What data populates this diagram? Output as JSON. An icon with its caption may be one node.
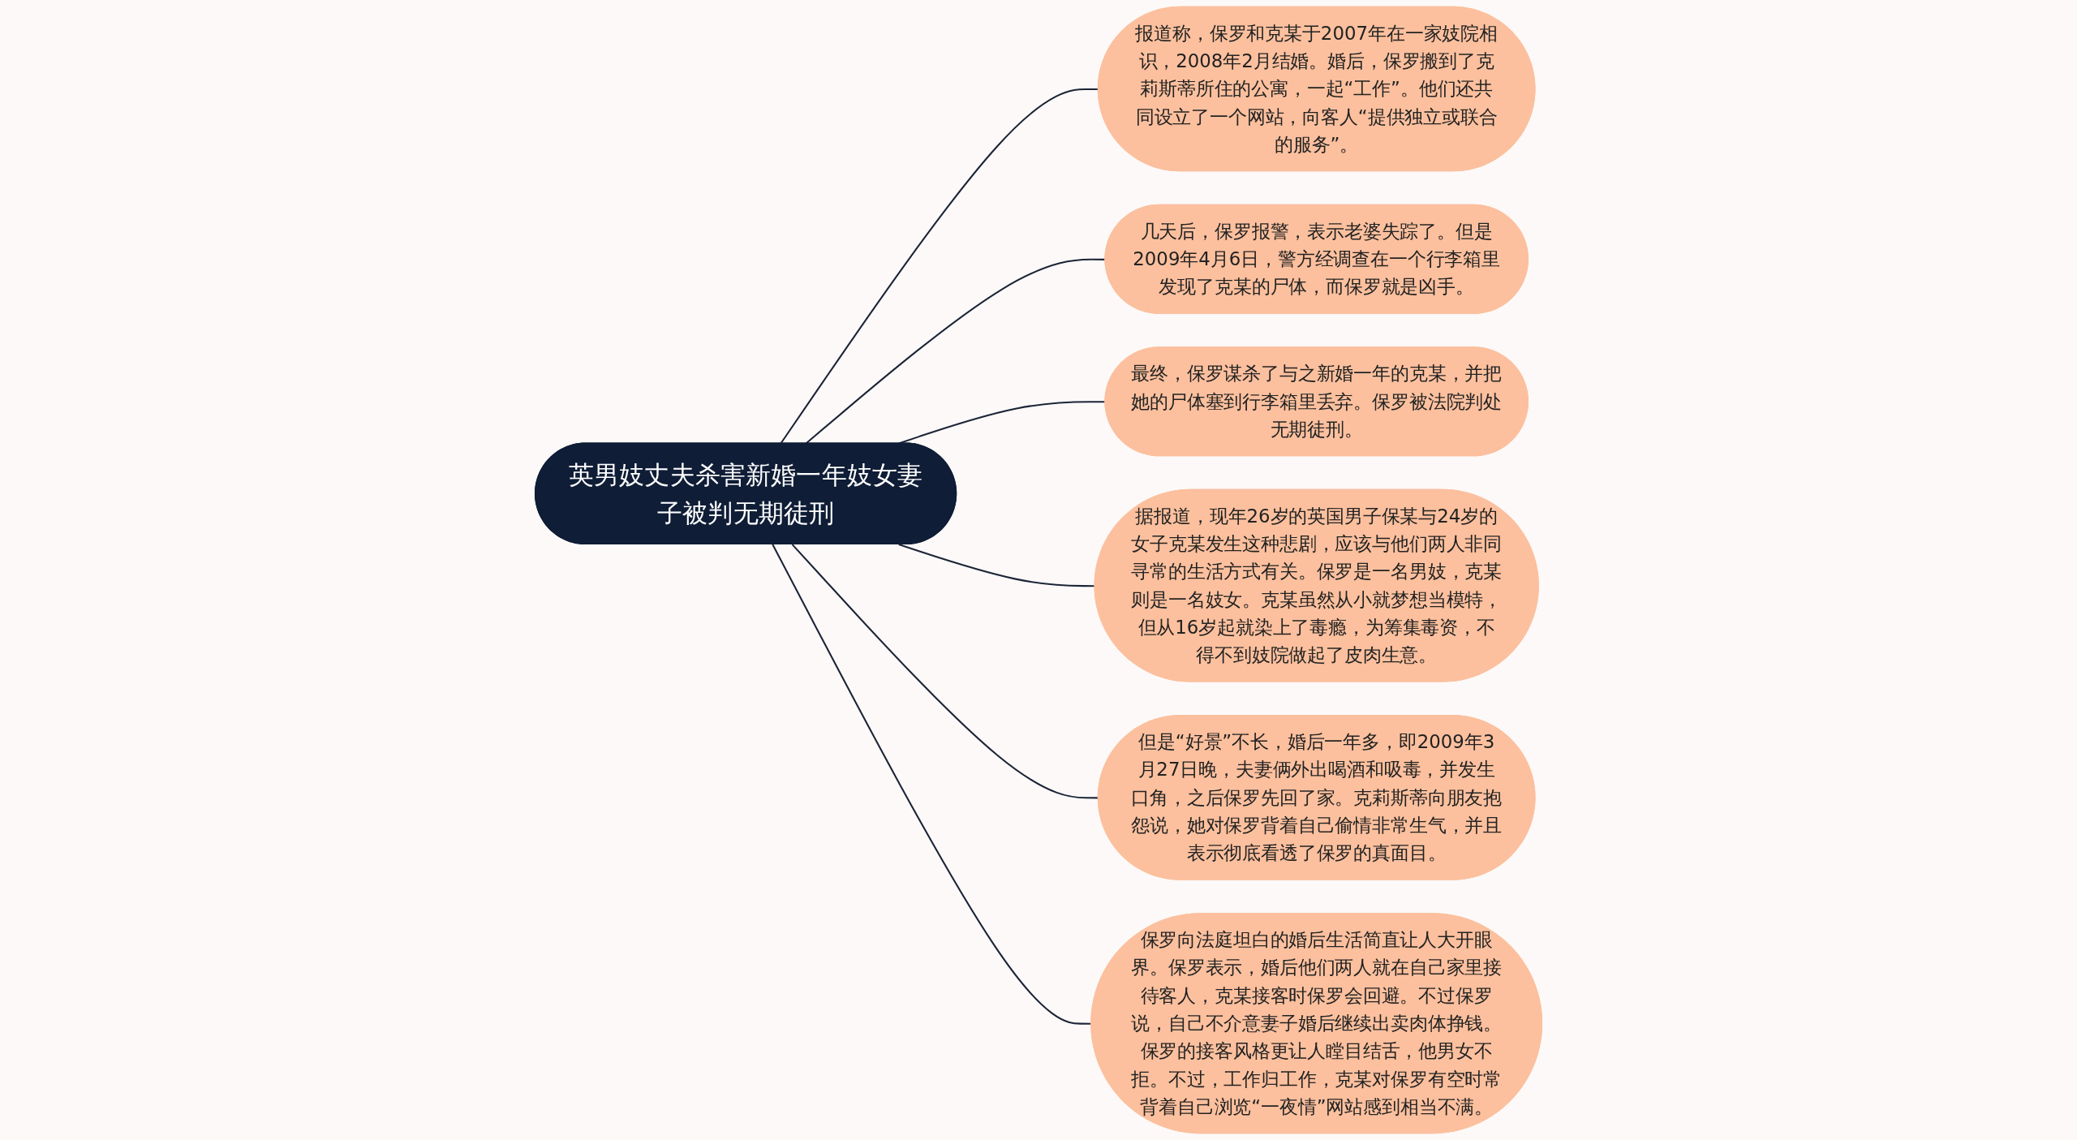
{
  "diagram": {
    "nodes": [
      {
        "text": [
          "英男妓丈夫杀害新婚一年妓女妻子被判无期徒刑"
        ]
      },
      {
        "text": [
          "报道称，保罗和克某于2007年在一家妓院相识，2008年2月结婚。婚后，保罗搬到了克莉斯蒂所住的公寓，一起“工作”。他们还共同设立了一个网站，向客人“提供独立或联合的服务”。"
        ]
      },
      {
        "text": [
          "几天后，保罗报警，表示老婆失踪了。但是2009年4月6日，警方经调查在一个行李箱里发现了克某的尸体，而保罗就是凶手。"
        ]
      },
      {
        "text": [
          "最终，保罗谋杀了与之新婚一年的克某，并把她的尸体塞到行李箱里丢弃。保罗被法院判处无期徒刑。"
        ]
      },
      {
        "text": [
          "据报道，现年26岁的英国男子保某与24岁的女子克某发生这种悲剧，应该与他们两人非同寻常的生活方式有关。保罗是一名男妓，克某则是一名妓女。克某虽然从小就梦想当模特，但从16岁起就染上了毒瘾，为筹集毒资，不得不到妓院做起了皮肉生意。"
        ]
      },
      {
        "text": [
          "但是“好景”不长，婚后一年多，即2009年3月27日晚，夫妻俩外出喝酒和吸毒，并发生口角，之后保罗先回了家。克莉斯蒂向朋友抱怨说，她对保罗背着自己偷情非常生气，并且表示彻底看透了保罗的真面目。"
        ]
      },
      {
        "text": [
          "保罗向法庭坦白的婚后生活简直让人大开眼界。保罗表示，婚后他们两人就在自己家里接待客人，克某接客时保罗会回避。不过保罗说，自己不介意妻子婚后继续出卖肉体挣钱。保罗的接客风格更让人瞠目结舌，他男女不拒。不过，工作归工作，克某对保罗有空时常背着自己浏览“一夜情”网站感到相当不满。"
        ]
      }
    ],
    "edges": [
      {
        "from": 0,
        "to": 1,
        "arrow": "none"
      },
      {
        "from": 0,
        "to": 2,
        "arrow": "none"
      },
      {
        "from": 0,
        "to": 3,
        "arrow": "none"
      },
      {
        "from": 0,
        "to": 4,
        "arrow": "none"
      },
      {
        "from": 0,
        "to": 5,
        "arrow": "none"
      },
      {
        "from": 0,
        "to": 6,
        "arrow": "none"
      }
    ]
  }
}
